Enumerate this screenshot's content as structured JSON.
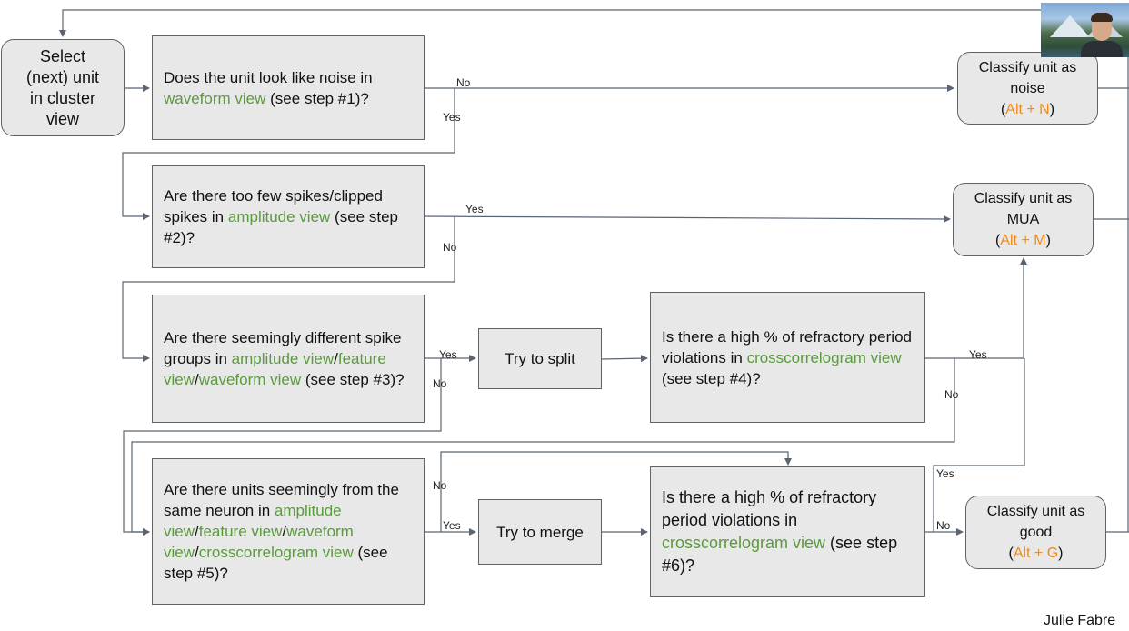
{
  "flowchart": {
    "start": {
      "lines": [
        "Select",
        "(next) unit",
        "in cluster",
        "view"
      ]
    },
    "q1": {
      "parts": [
        {
          "t": "Does the unit look like noise in ",
          "c": "n"
        },
        {
          "t": "waveform view",
          "c": "h"
        },
        {
          "t": " (see step #1)?",
          "c": "n"
        }
      ]
    },
    "q2": {
      "parts": [
        {
          "t": "Are there too few spikes/clipped spikes  in ",
          "c": "n"
        },
        {
          "t": "amplitude view",
          "c": "h"
        },
        {
          "t": " (see step #2)?",
          "c": "n"
        }
      ]
    },
    "q3": {
      "parts": [
        {
          "t": "Are there seemingly different spike groups in ",
          "c": "n"
        },
        {
          "t": "amplitude view",
          "c": "h"
        },
        {
          "t": "/",
          "c": "n"
        },
        {
          "t": "feature view",
          "c": "h"
        },
        {
          "t": "/",
          "c": "n"
        },
        {
          "t": "waveform view",
          "c": "h"
        },
        {
          "t": " (see step #3)?",
          "c": "n"
        }
      ]
    },
    "q4": {
      "parts": [
        {
          "t": "Is there a high % of refractory period violations in ",
          "c": "n"
        },
        {
          "t": "crosscorrelogram view",
          "c": "h"
        },
        {
          "t": " (see step #4)?",
          "c": "n"
        }
      ]
    },
    "q5": {
      "parts": [
        {
          "t": "Are there units seemingly from the same neuron in ",
          "c": "n"
        },
        {
          "t": "amplitude view",
          "c": "h"
        },
        {
          "t": "/",
          "c": "n"
        },
        {
          "t": "feature view",
          "c": "h"
        },
        {
          "t": "/",
          "c": "n"
        },
        {
          "t": "waveform view",
          "c": "h"
        },
        {
          "t": "/",
          "c": "n"
        },
        {
          "t": "crosscorrelogram view",
          "c": "h"
        },
        {
          "t": " (see step #5)?",
          "c": "n"
        }
      ]
    },
    "q6": {
      "parts": [
        {
          "t": "Is there a high % of refractory period violations in ",
          "c": "n"
        },
        {
          "t": "crosscorrelogram view",
          "c": "h"
        },
        {
          "t": " (see step #6)?",
          "c": "n"
        }
      ]
    },
    "split": {
      "label": "Try to split"
    },
    "merge": {
      "label": "Try to merge"
    },
    "noise": {
      "line1": "Classify unit as",
      "line2": "noise",
      "key": "Alt + N"
    },
    "mua": {
      "line1": "Classify unit as",
      "line2": "MUA",
      "key": "Alt + M"
    },
    "good": {
      "line1": "Classify unit as",
      "line2": "good",
      "key": "Alt + G"
    },
    "edge_labels": {
      "q1_no": "No",
      "q1_yes": "Yes",
      "q2_yes": "Yes",
      "q2_no": "No",
      "q3_yes": "Yes",
      "q3_no": "No",
      "q4_yes": "Yes",
      "q4_no": "No",
      "q5_no": "No",
      "q5_yes": "Yes",
      "q6_yes": "Yes",
      "q6_no": "No"
    }
  },
  "author": "Julie Fabre",
  "colors": {
    "highlight": "#5b9a3e",
    "shortcut": "#f08a1c",
    "box_fill": "#e8e8e8",
    "line": "#5a6472"
  }
}
